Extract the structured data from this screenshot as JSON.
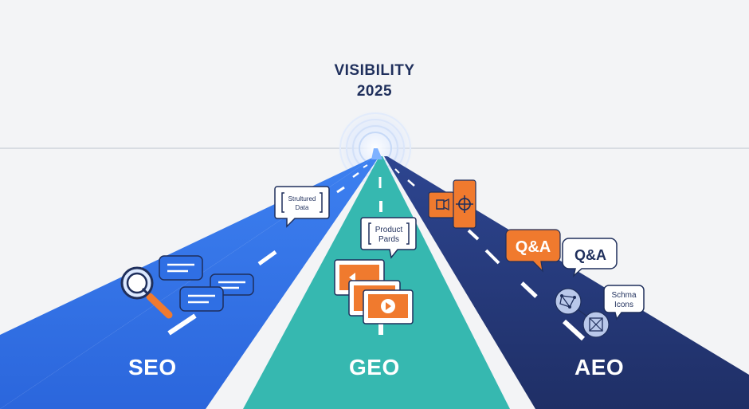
{
  "header": {
    "title_line1": "VISIBILITY",
    "title_line2": "2025"
  },
  "roads": {
    "seo": {
      "label": "SEO",
      "color": "#2f6fe4"
    },
    "geo": {
      "label": "GEO",
      "color": "#36b8b0"
    },
    "aeo": {
      "label": "AEO",
      "color": "#233570"
    }
  },
  "callouts": {
    "structured_data": {
      "line1": "Strultured",
      "line2": "Data"
    },
    "product_cards": {
      "line1": "Product",
      "line2": "Pards"
    },
    "qa_orange": "Q&A",
    "qa_white": "Q&A",
    "schema_icons": {
      "line1": "Schma",
      "line2": "Icons"
    }
  },
  "icons": [
    "magnifier-icon",
    "chat-bubble-icon",
    "video-card-icon",
    "crosshair-icon",
    "network-node-icon"
  ],
  "colors": {
    "accent_orange": "#f07a2e",
    "background": "#f3f4f6",
    "title": "#1f2f5c"
  }
}
